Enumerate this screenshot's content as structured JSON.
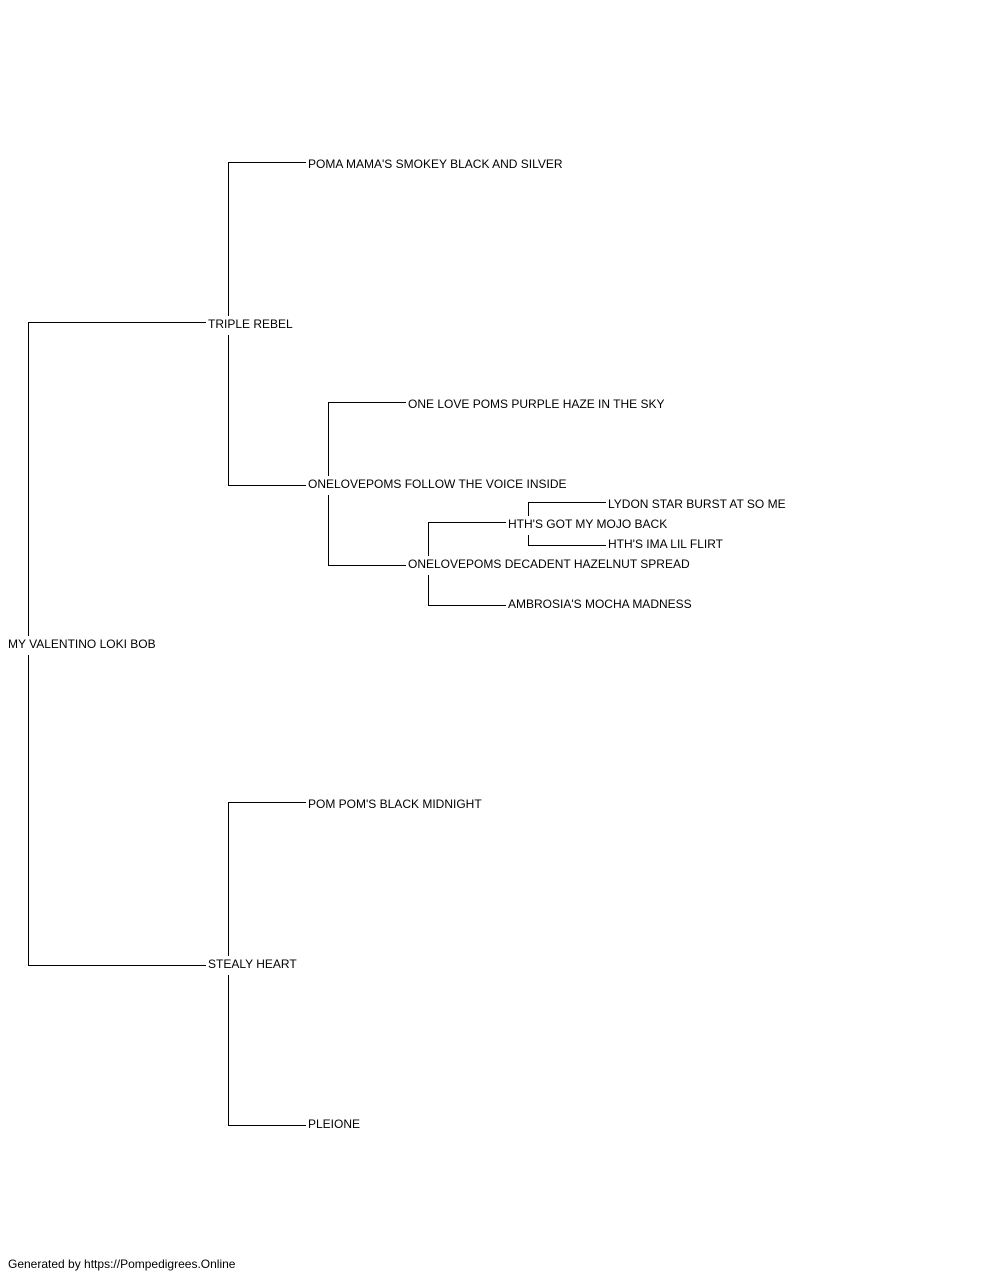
{
  "pedigree": {
    "subject": "MY VALENTINO LOKI BOB",
    "sire": "TRIPLE REBEL",
    "sire_sire": "POMA MAMA'S SMOKEY BLACK AND SILVER",
    "sire_dam": "ONELOVEPOMS FOLLOW THE VOICE INSIDE",
    "sire_dam_sire": "ONE LOVE POMS PURPLE HAZE IN THE SKY",
    "sire_dam_dam": "ONELOVEPOMS DECADENT HAZELNUT SPREAD",
    "sire_dam_dam_sire": "HTH'S GOT MY MOJO BACK",
    "sire_dam_dam_sire_sire": "LYDON STAR BURST AT SO ME",
    "sire_dam_dam_sire_dam": "HTH'S IMA LIL FLIRT",
    "sire_dam_dam_dam": "AMBROSIA'S MOCHA MADNESS",
    "dam": "STEALY HEART",
    "dam_sire": "POM POM'S BLACK MIDNIGHT",
    "dam_dam": "PLEIONE"
  },
  "footer": {
    "credit": "Generated by https://Pompedigrees.Online"
  },
  "colors": {
    "line": "#000000",
    "text": "#000000",
    "background": "#ffffff"
  }
}
